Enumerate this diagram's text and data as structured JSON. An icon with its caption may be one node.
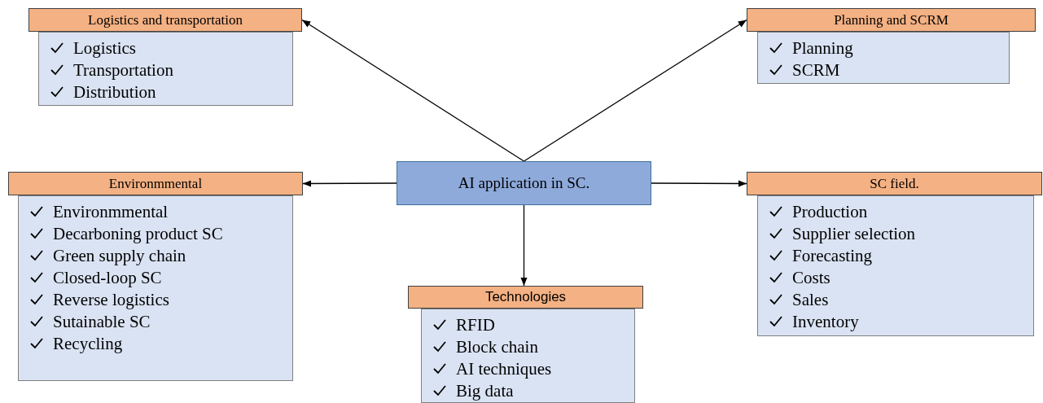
{
  "diagram": {
    "nodes": [
      {
        "text": [
          "AI application in SC."
        ]
      },
      {
        "text": [
          "Logistics and transportation"
        ]
      },
      {
        "text": [
          "Logistics",
          "Transportation",
          "Distribution"
        ]
      },
      {
        "text": [
          "Planning and SCRM"
        ]
      },
      {
        "text": [
          "Planning",
          "SCRM"
        ]
      },
      {
        "text": [
          "Environmmental"
        ]
      },
      {
        "text": [
          "Environmmental",
          "Decarboning product SC",
          "Green supply chain",
          "Closed-loop SC",
          "Reverse logistics",
          "Sutainable SC",
          "Recycling"
        ]
      },
      {
        "text": [
          "SC field."
        ]
      },
      {
        "text": [
          "Production",
          "Supplier selection",
          "Forecasting",
          "Costs",
          "Sales",
          "Inventory"
        ]
      },
      {
        "text": [
          "Technologies"
        ]
      },
      {
        "text": [
          "RFID",
          "Block chain",
          "AI techniques",
          "Big data"
        ]
      }
    ],
    "edges": [
      {
        "from": 0,
        "to": 1,
        "arrow": "to"
      },
      {
        "from": 0,
        "to": 3,
        "arrow": "to"
      },
      {
        "from": 0,
        "to": 5,
        "arrow": "to"
      },
      {
        "from": 0,
        "to": 7,
        "arrow": "to"
      },
      {
        "from": 0,
        "to": 9,
        "arrow": "to"
      }
    ]
  }
}
